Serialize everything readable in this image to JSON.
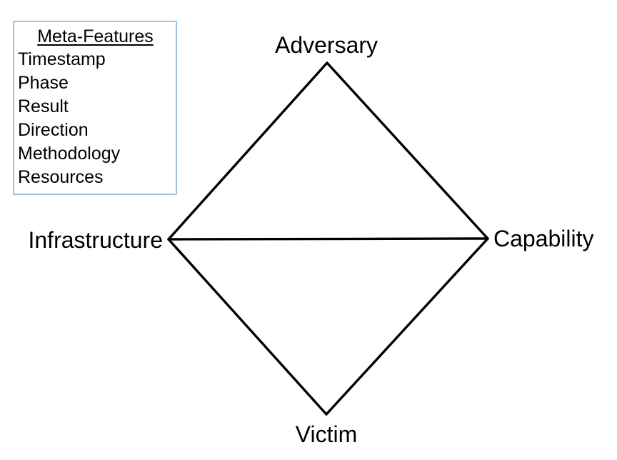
{
  "colors": {
    "background": "#FFFFFF",
    "line": "#000000",
    "text": "#000000",
    "meta_box_border": "#9DC3E6"
  },
  "meta_features": {
    "title": "Meta-Features",
    "items": [
      "Timestamp",
      "Phase",
      "Result",
      "Direction",
      "Methodology",
      "Resources"
    ]
  },
  "diamond": {
    "labels": {
      "top": "Adversary",
      "right": "Capability",
      "bottom": "Victim",
      "left": "Infrastructure"
    }
  }
}
